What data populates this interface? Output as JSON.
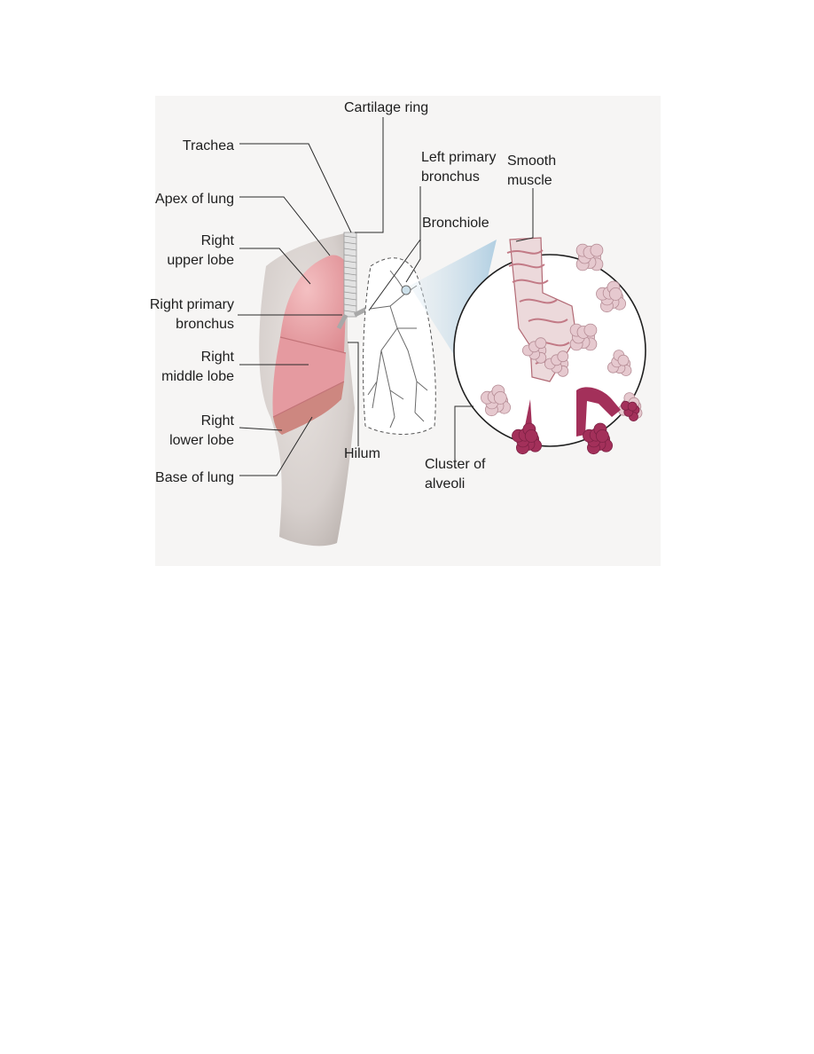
{
  "figure": {
    "labels": {
      "cartilage_ring": [
        "Cartilage ring"
      ],
      "trachea": [
        "Trachea"
      ],
      "apex_of_lung": [
        "Apex of lung"
      ],
      "right_upper_lobe": [
        "Right",
        "upper lobe"
      ],
      "right_primary_bronchus": [
        "Right primary",
        "bronchus"
      ],
      "right_middle_lobe": [
        "Right",
        "middle lobe"
      ],
      "right_lower_lobe": [
        "Right",
        "lower lobe"
      ],
      "base_of_lung": [
        "Base of lung"
      ],
      "hilum": [
        "Hilum"
      ],
      "left_primary_bronchus": [
        "Left primary",
        "bronchus"
      ],
      "bronchiole": [
        "Bronchiole"
      ],
      "smooth_muscle": [
        "Smooth",
        "muscle"
      ],
      "cluster_of_alveoli": [
        "Cluster of",
        "alveoli"
      ]
    },
    "colors": {
      "lung_pink": "#e79aa0",
      "lung_lower": "#c9837c",
      "skin": "#d9d4d1",
      "alveoli_light": "#e6c9cf",
      "alveoli_dark": "#a3305a",
      "zoom_blue": "#cfe3ee"
    }
  }
}
